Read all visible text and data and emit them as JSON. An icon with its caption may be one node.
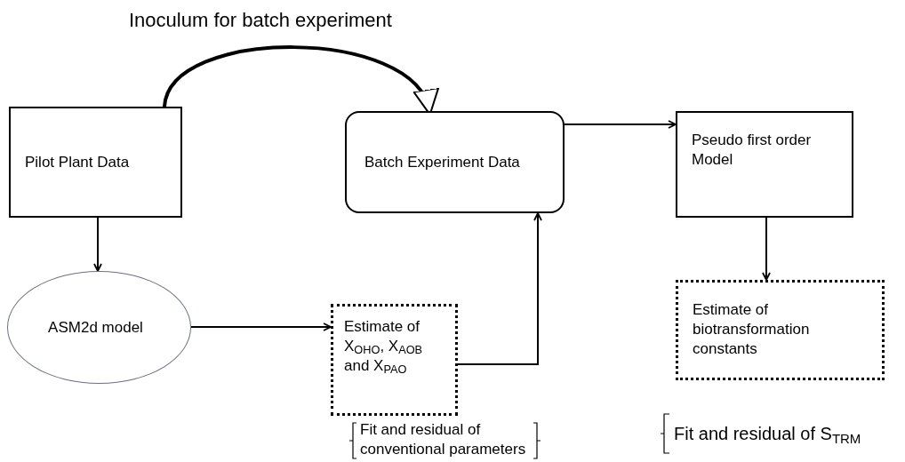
{
  "diagram": {
    "nodes": [
      {
        "text": [
          "Pilot Plant Data"
        ]
      },
      {
        "text": [
          "Batch Experiment Data"
        ]
      },
      {
        "text": [
          "Pseudo first order Model"
        ]
      },
      {
        "text": [
          "ASM2d model"
        ]
      },
      {
        "text": [
          "Estimate of X$_{OHO}$, X$_{AOB}$ and X$_{PAO}$"
        ]
      },
      {
        "text": [
          "Estimate of biotransformation constants"
        ]
      }
    ],
    "edges": [
      {
        "from": 0,
        "to": 1,
        "arrow": "to",
        "label": "Inoculum for batch experiment",
        "style": "thick"
      },
      {
        "from": 1,
        "to": 2,
        "arrow": "to"
      },
      {
        "from": 0,
        "to": 3,
        "arrow": "to"
      },
      {
        "from": 3,
        "to": 4,
        "arrow": "to"
      },
      {
        "from": 4,
        "to": 1,
        "arrow": "to"
      },
      {
        "from": 2,
        "to": 5,
        "arrow": "to"
      }
    ],
    "labels": [
      "Fit and residual of conventional parameters",
      "Fit and residual of S$_{TRM}$"
    ]
  }
}
